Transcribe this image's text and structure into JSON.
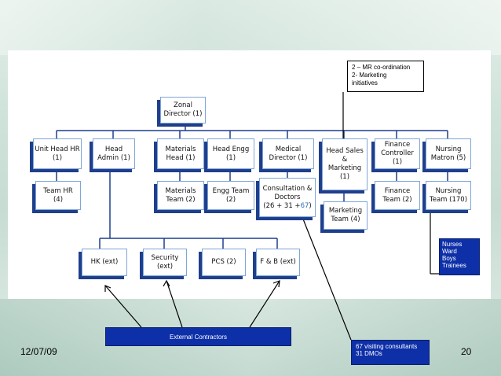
{
  "nodes": {
    "zonal_director": "Zonal\nDirector (1)",
    "unit_head_hr": "Unit Head HR\n(1)",
    "head_admin": "Head\nAdmin (1)",
    "materials_head": "Materials\nHead (1)",
    "head_engg": "Head Engg\n(1)",
    "medical_director": "Medical\nDirector (1)",
    "head_sales_marketing": "Head Sales\n&\nMarketing\n(1)",
    "finance_controller": "Finance\nController\n(1)",
    "nursing_matron": "Nursing\nMatron (5)",
    "team_hr": "Team HR\n(4)",
    "materials_team": "Materials\nTeam (2)",
    "engg_team": "Engg Team\n(2)",
    "consultation_doctors_line1": "Consultation &\nDoctors",
    "consultation_doctors_line2_prefix": "(26 + 31 +",
    "consultation_doctors_highlight": "67",
    "consultation_doctors_line2_suffix": ")",
    "marketing_team": "Marketing\nTeam (4)",
    "finance_team": "Finance\nTeam (2)",
    "nursing_team": "Nursing\nTeam (170)",
    "hk_ext": "HK (ext)",
    "security_ext": "Security\n(ext)",
    "pcs": "PCS (2)",
    "fb_ext": "F & B (ext)"
  },
  "callouts": {
    "mr_coordination": "2 – MR co-ordination\n2- Marketing\ninitiatives",
    "nurses": "Nurses\nWard\nBoys\nTrainees",
    "external_contractors": "External Contractors",
    "visiting_consultants": "67 visiting consultants\n31 DMOs"
  },
  "footer": {
    "date": "12/07/09",
    "page_number": "20"
  },
  "colors": {
    "box_shadow": "#1f3f8c",
    "callout_blue": "#0d2fa8",
    "highlight_blue": "#2f6fbf"
  }
}
